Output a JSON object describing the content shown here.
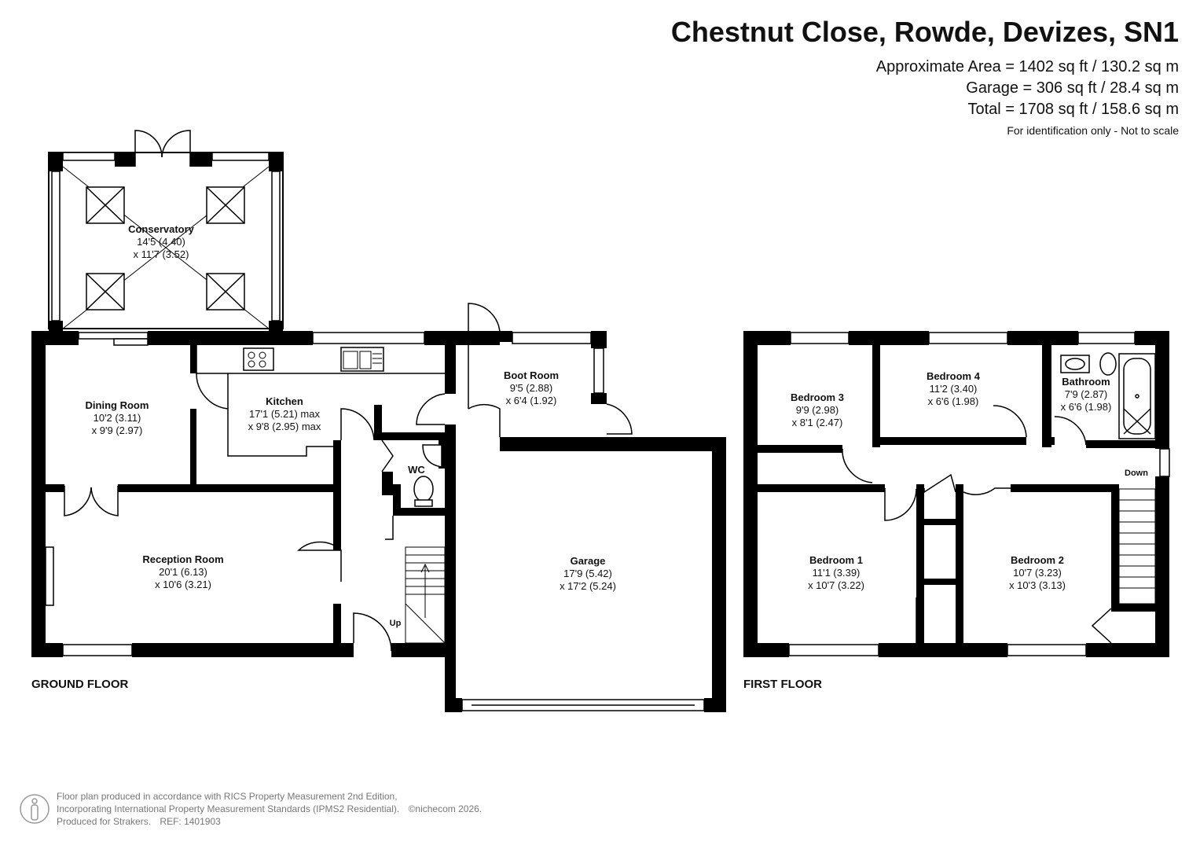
{
  "header": {
    "title": "Chestnut Close, Rowde, Devizes, SN1",
    "area_line": "Approximate Area = 1402 sq ft / 130.2 sq m",
    "garage_line": "Garage = 306 sq ft / 28.4 sq m",
    "total_line": "Total = 1708 sq ft / 158.6 sq m",
    "note": "For identification only - Not to scale"
  },
  "rooms": {
    "conservatory": {
      "name": "Conservatory",
      "dim1": "14'5 (4.40)",
      "dim2": "x 11'7 (3.52)"
    },
    "dining": {
      "name": "Dining Room",
      "dim1": "10'2 (3.11)",
      "dim2": "x 9'9 (2.97)"
    },
    "kitchen": {
      "name": "Kitchen",
      "dim1": "17'1 (5.21) max",
      "dim2": "x 9'8 (2.95) max"
    },
    "boot": {
      "name": "Boot Room",
      "dim1": "9'5 (2.88)",
      "dim2": "x 6'4 (1.92)"
    },
    "wc": {
      "name": "WC"
    },
    "reception": {
      "name": "Reception Room",
      "dim1": "20'1 (6.13)",
      "dim2": "x 10'6 (3.21)"
    },
    "garage": {
      "name": "Garage",
      "dim1": "17'9 (5.42)",
      "dim2": "x 17'2 (5.24)"
    },
    "bedroom3": {
      "name": "Bedroom 3",
      "dim1": "9'9 (2.98)",
      "dim2": "x 8'1 (2.47)"
    },
    "bedroom4": {
      "name": "Bedroom 4",
      "dim1": "11'2 (3.40)",
      "dim2": "x 6'6 (1.98)"
    },
    "bathroom": {
      "name": "Bathroom",
      "dim1": "7'9 (2.87)",
      "dim2": "x 6'6 (1.98)"
    },
    "bedroom1": {
      "name": "Bedroom 1",
      "dim1": "11'1 (3.39)",
      "dim2": "x 10'7 (3.22)"
    },
    "bedroom2": {
      "name": "Bedroom 2",
      "dim1": "10'7 (3.23)",
      "dim2": "x 10'3 (3.13)"
    }
  },
  "stairs": {
    "up": "Up",
    "down": "Down"
  },
  "floors": {
    "ground": "GROUND FLOOR",
    "first": "FIRST FLOOR"
  },
  "footer": {
    "line1": "Floor plan produced in accordance with RICS Property Measurement 2nd Edition,",
    "line2": "Incorporating International Property Measurement Standards (IPMS2 Residential).",
    "copyright": "©nichecom 2026.",
    "line3_a": "Produced for Strakers.",
    "line3_b": "REF: 1401903"
  },
  "colors": {
    "wall": "#000000",
    "footer_text": "#777777"
  }
}
